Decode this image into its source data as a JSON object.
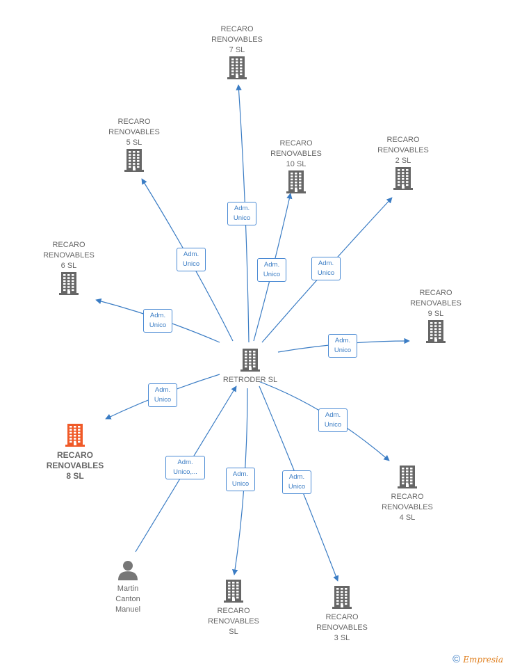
{
  "colors": {
    "edge": "#3a7cc4",
    "building": "#666666",
    "highlight": "#f05a28",
    "person": "#777777"
  },
  "center": {
    "label": "RETRODER SL",
    "icon": "building-icon"
  },
  "nodes": [
    {
      "id": "n7",
      "label": "RECARO\nRENOVABLES\n7  SL",
      "icon": "building-icon"
    },
    {
      "id": "n5",
      "label": "RECARO\nRENOVABLES\n5  SL",
      "icon": "building-icon"
    },
    {
      "id": "n10",
      "label": "RECARO\nRENOVABLES\n10  SL",
      "icon": "building-icon"
    },
    {
      "id": "n2",
      "label": "RECARO\nRENOVABLES\n2  SL",
      "icon": "building-icon"
    },
    {
      "id": "n6",
      "label": "RECARO\nRENOVABLES\n6  SL",
      "icon": "building-icon"
    },
    {
      "id": "n9",
      "label": "RECARO\nRENOVABLES\n9  SL",
      "icon": "building-icon"
    },
    {
      "id": "n8",
      "label": "RECARO\nRENOVABLES\n8  SL",
      "icon": "building-icon",
      "highlight": true
    },
    {
      "id": "n4",
      "label": "RECARO\nRENOVABLES\n4  SL",
      "icon": "building-icon"
    },
    {
      "id": "nsl",
      "label": "RECARO\nRENOVABLES\nSL",
      "icon": "building-icon"
    },
    {
      "id": "n3",
      "label": "RECARO\nRENOVABLES\n3  SL",
      "icon": "building-icon"
    },
    {
      "id": "martin",
      "label": "Martin\nCanton\nManuel",
      "icon": "person-icon"
    }
  ],
  "edges": [
    {
      "label1": "Adm.",
      "label2": "Unico"
    },
    {
      "label1": "Adm.",
      "label2": "Unico"
    },
    {
      "label1": "Adm.",
      "label2": "Unico"
    },
    {
      "label1": "Adm.",
      "label2": "Unico"
    },
    {
      "label1": "Adm.",
      "label2": "Unico"
    },
    {
      "label1": "Adm.",
      "label2": "Unico"
    },
    {
      "label1": "Adm.",
      "label2": "Unico"
    },
    {
      "label1": "Adm.",
      "label2": "Unico"
    },
    {
      "label1": "Adm.",
      "label2": "Unico"
    },
    {
      "label1": "Adm.",
      "label2": "Unico"
    },
    {
      "label1": "Adm.",
      "label2": "Unico,..."
    }
  ],
  "footer": {
    "copyright_symbol": "©",
    "brand": "Empresia"
  }
}
